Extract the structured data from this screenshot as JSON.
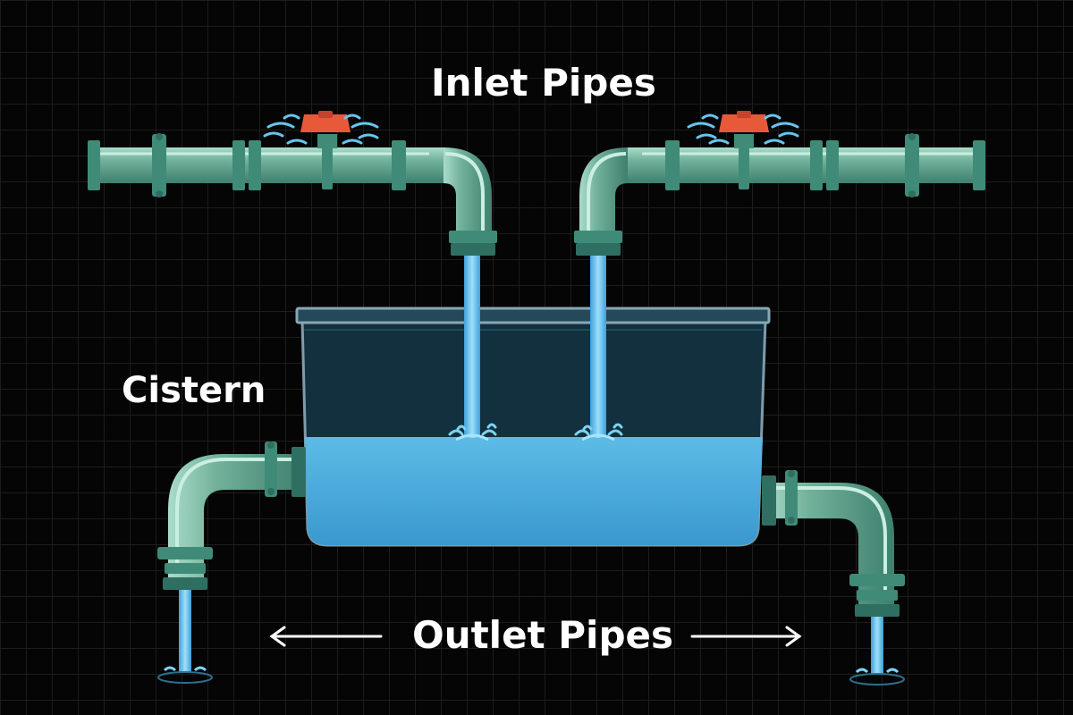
{
  "labels": {
    "inlet": "Inlet Pipes",
    "cistern": "Cistern",
    "outlet": "Outlet Pipes"
  },
  "icons": {
    "valve": "red-valve-handle",
    "arrow_left": "left-arrow",
    "arrow_right": "right-arrow"
  },
  "colors": {
    "background": "#050505",
    "grid": "#1c1c1c",
    "pipe": "#73b29b",
    "pipe_dark": "#2f6f61",
    "pipe_light": "#a9dccb",
    "flange": "#3f8b78",
    "valve": "#e8593a",
    "water": "#58b5e2",
    "water_dark": "#3a98cf",
    "tank_empty": "#12303d",
    "tank_rim": "#7f9cab",
    "stream": "#67c6ef",
    "label": "#ffffff"
  },
  "cistern": {
    "fill_level": 0.5
  }
}
